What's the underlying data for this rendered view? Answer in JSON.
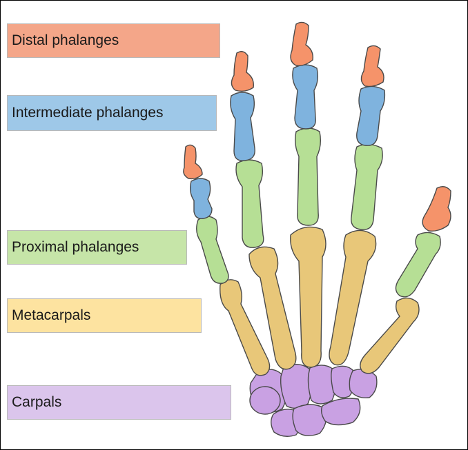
{
  "labels": {
    "distal": "Distal phalanges",
    "intermediate": "Intermediate phalanges",
    "proximal": "Proximal phalanges",
    "metacarpals": "Metacarpals",
    "carpals": "Carpals"
  },
  "colors": {
    "distal": "#f4a689",
    "distal_bone": "#f5936a",
    "intermediate": "#9ec8e8",
    "intermediate_bone": "#7fb3de",
    "proximal": "#c6e5a8",
    "proximal_bone": "#b6df95",
    "metacarpals": "#fde3a0",
    "metacarpals_bone": "#e8c779",
    "carpals": "#dbc5ec",
    "carpals_bone": "#c9a1e3"
  }
}
